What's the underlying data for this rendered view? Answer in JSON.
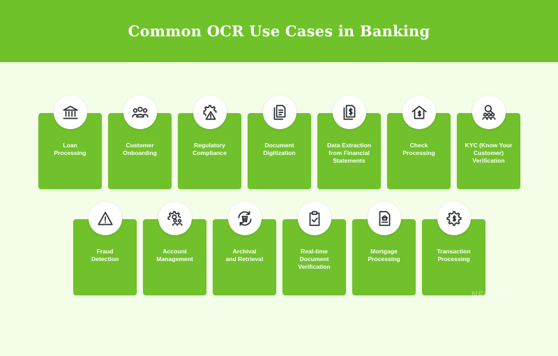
{
  "title": "Common OCR Use Cases in Banking",
  "watermark": "NETSUITE",
  "colors": {
    "header": "#6fc229",
    "card": "#70c12b",
    "background": "#f3fde8",
    "icon": "#2b2f36"
  },
  "row1": [
    {
      "label": "Loan\nProcessing",
      "icon": "bank-icon"
    },
    {
      "label": "Customer\nOnboarding",
      "icon": "people-group-icon"
    },
    {
      "label": "Regulatory\nCompliance",
      "icon": "gear-warning-icon"
    },
    {
      "label": "Document\nDigitization",
      "icon": "documents-icon"
    },
    {
      "label": "Data Extraction\nfrom Financial\nStatements",
      "icon": "document-dollar-icon"
    },
    {
      "label": "Check\nProcessing",
      "icon": "house-dollar-icon"
    },
    {
      "label": "KYC (Know Your\nCustomer)\nVerification",
      "icon": "search-people-icon"
    }
  ],
  "row2": [
    {
      "label": "Fraud\nDetection",
      "icon": "warning-triangle-icon"
    },
    {
      "label": "Account\nManagement",
      "icon": "gear-people-icon"
    },
    {
      "label": "Archival\nand Retrieval",
      "icon": "recycle-bin-icon"
    },
    {
      "label": "Real-time\nDocument\nVerification",
      "icon": "clipboard-check-icon"
    },
    {
      "label": "Mortgage\nProcessing",
      "icon": "document-house-icon"
    },
    {
      "label": "Transaction\nProcessing",
      "icon": "gear-dollar-icon"
    }
  ]
}
